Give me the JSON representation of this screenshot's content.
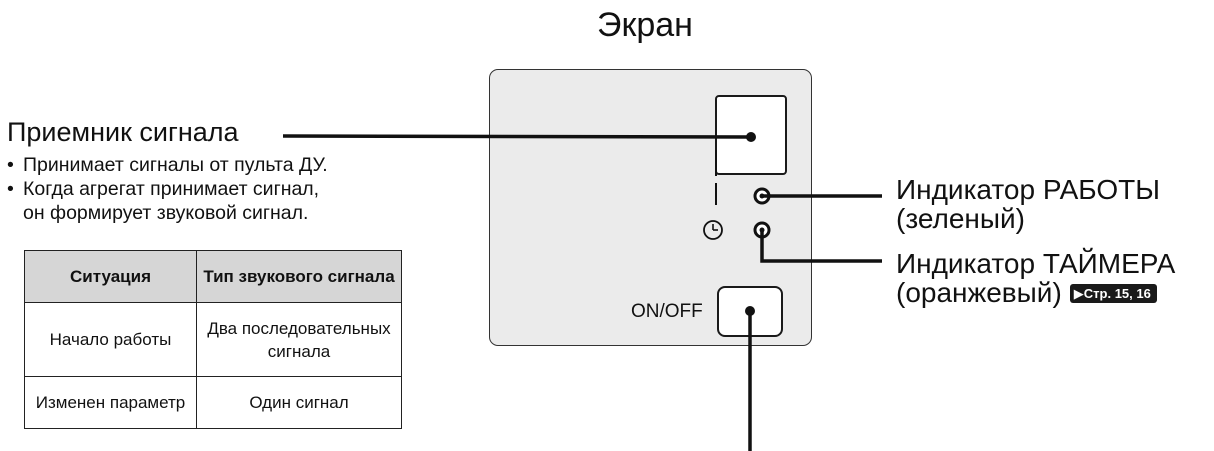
{
  "screen": {
    "title": "Экран"
  },
  "receiver": {
    "title": "Приемник сигнала",
    "bullet_1": "Принимает сигналы от пульта ДУ.",
    "bullet_2_line_1": "Когда агрегат принимает сигнал,",
    "bullet_2_line_2": "он формирует звуковой сигнал."
  },
  "beep_table": {
    "headers": [
      "Ситуация",
      "Тип звукового сигнала"
    ],
    "rows": [
      {
        "situation": "Начало работы",
        "beep": "Два последовательных сигнала"
      },
      {
        "situation": "Изменен параметр",
        "beep": "Один сигнал"
      }
    ]
  },
  "run_indicator": {
    "line_1": "Индикатор РАБОТЫ",
    "line_2": "(зеленый)"
  },
  "timer_indicator": {
    "line_1": "Индикатор ТАЙМЕРА",
    "line_2": "(оранжевый)",
    "page_ref": "Стр. 15, 16"
  },
  "onoff_button": {
    "label": "ON/OFF"
  },
  "icons": {
    "timer": "clock-icon",
    "run": "vertical-bar-icon",
    "page_ref_marker": "triangle-right-icon"
  },
  "colors": {
    "panel": "#ebebeb",
    "table_header": "#d6d6d6",
    "ink": "#111111"
  }
}
